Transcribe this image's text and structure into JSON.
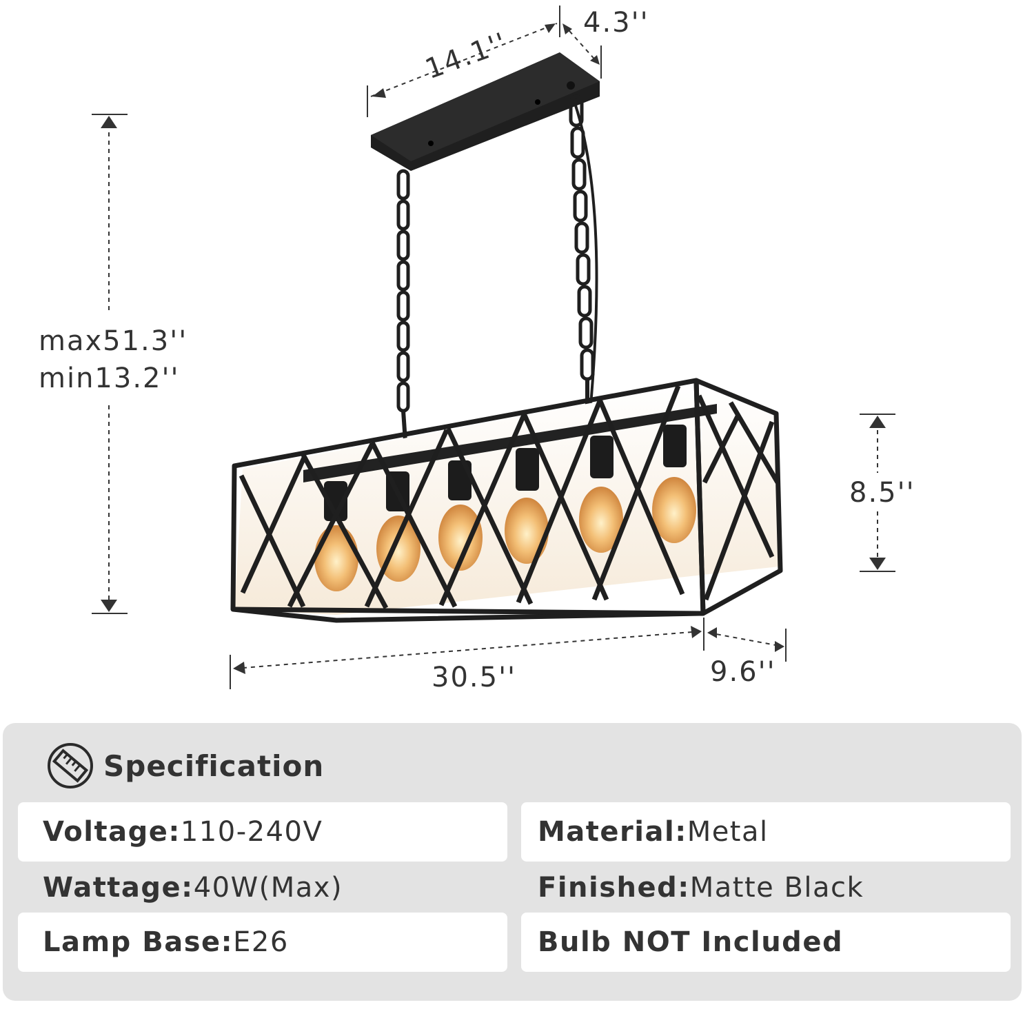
{
  "dimensions": {
    "canopy_length": "14.1''",
    "canopy_width": "4.3''",
    "height_max": "max51.3''",
    "height_min": "min13.2''",
    "body_height": "8.5''",
    "body_length": "30.5''",
    "body_width": "9.6''"
  },
  "spec": {
    "icon": "ruler-icon",
    "title": "Specification",
    "voltage": {
      "label": "Voltage:",
      "value": "110-240V"
    },
    "material": {
      "label": "Material:",
      "value": "Metal"
    },
    "wattage": {
      "label": "Wattage:",
      "value": "40W(Max)"
    },
    "finished": {
      "label": "Finished:",
      "value": "Matte Black"
    },
    "lamp_base": {
      "label": "Lamp Base:",
      "value": "E26"
    },
    "bulb_note": "Bulb NOT Included"
  },
  "colors": {
    "metal": "#1f1f1f",
    "bulb_glow": "#e9a45a",
    "panel_bg": "#e3e3e3",
    "text": "#333333"
  }
}
